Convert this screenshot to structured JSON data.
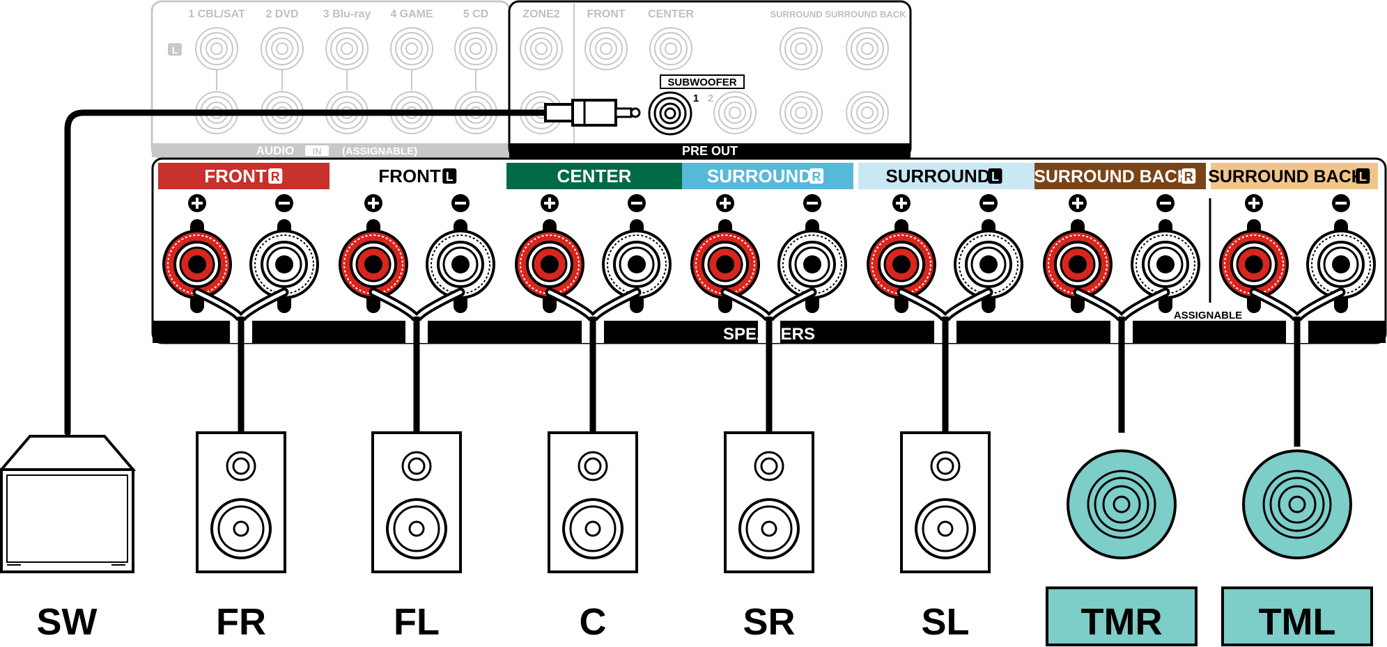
{
  "audio_in": {
    "l_badge": "L",
    "channels": [
      "1 CBL/SAT",
      "2 DVD",
      "3 Blu-ray",
      "4 GAME",
      "5 CD"
    ],
    "label_audio": "AUDIO",
    "label_in": "IN",
    "label_assignable": "(ASSIGNABLE)"
  },
  "pre_out": {
    "channels": [
      "ZONE2",
      "FRONT",
      "CENTER",
      "SURROUND SURROUND BACK"
    ],
    "subwoofer_label": "SUBWOOFER",
    "sub1": "1",
    "sub2": "2",
    "label": "PRE OUT"
  },
  "speakers_panel": {
    "label": "SPEAKERS",
    "assignable": "ASSIGNABLE",
    "terminals": [
      {
        "name": "FRONT",
        "badge": "R",
        "color": "#c8302c",
        "text_color": "#ffffff"
      },
      {
        "name": "FRONT",
        "badge": "L",
        "color": "#ffffff",
        "text_color": "#000000"
      },
      {
        "name": "CENTER",
        "badge": "",
        "color": "#006a46",
        "text_color": "#ffffff"
      },
      {
        "name": "SURROUND",
        "badge": "R",
        "color": "#56b9d9",
        "text_color": "#ffffff"
      },
      {
        "name": "SURROUND",
        "badge": "L",
        "color": "#c9e8f3",
        "text_color": "#000000"
      },
      {
        "name": "SURROUND BACK",
        "badge": "R",
        "color": "#7a4416",
        "text_color": "#ffffff"
      },
      {
        "name": "SURROUND BACK",
        "badge": "L",
        "color": "#f0c58b",
        "text_color": "#000000"
      }
    ]
  },
  "speakers": [
    "SW",
    "FR",
    "FL",
    "C",
    "SR",
    "SL",
    "TMR",
    "TML"
  ],
  "colors": {
    "positive": "#d7261e",
    "ceiling_speaker": "#7dcdc8",
    "panel_grey": "#c8c8c8"
  }
}
